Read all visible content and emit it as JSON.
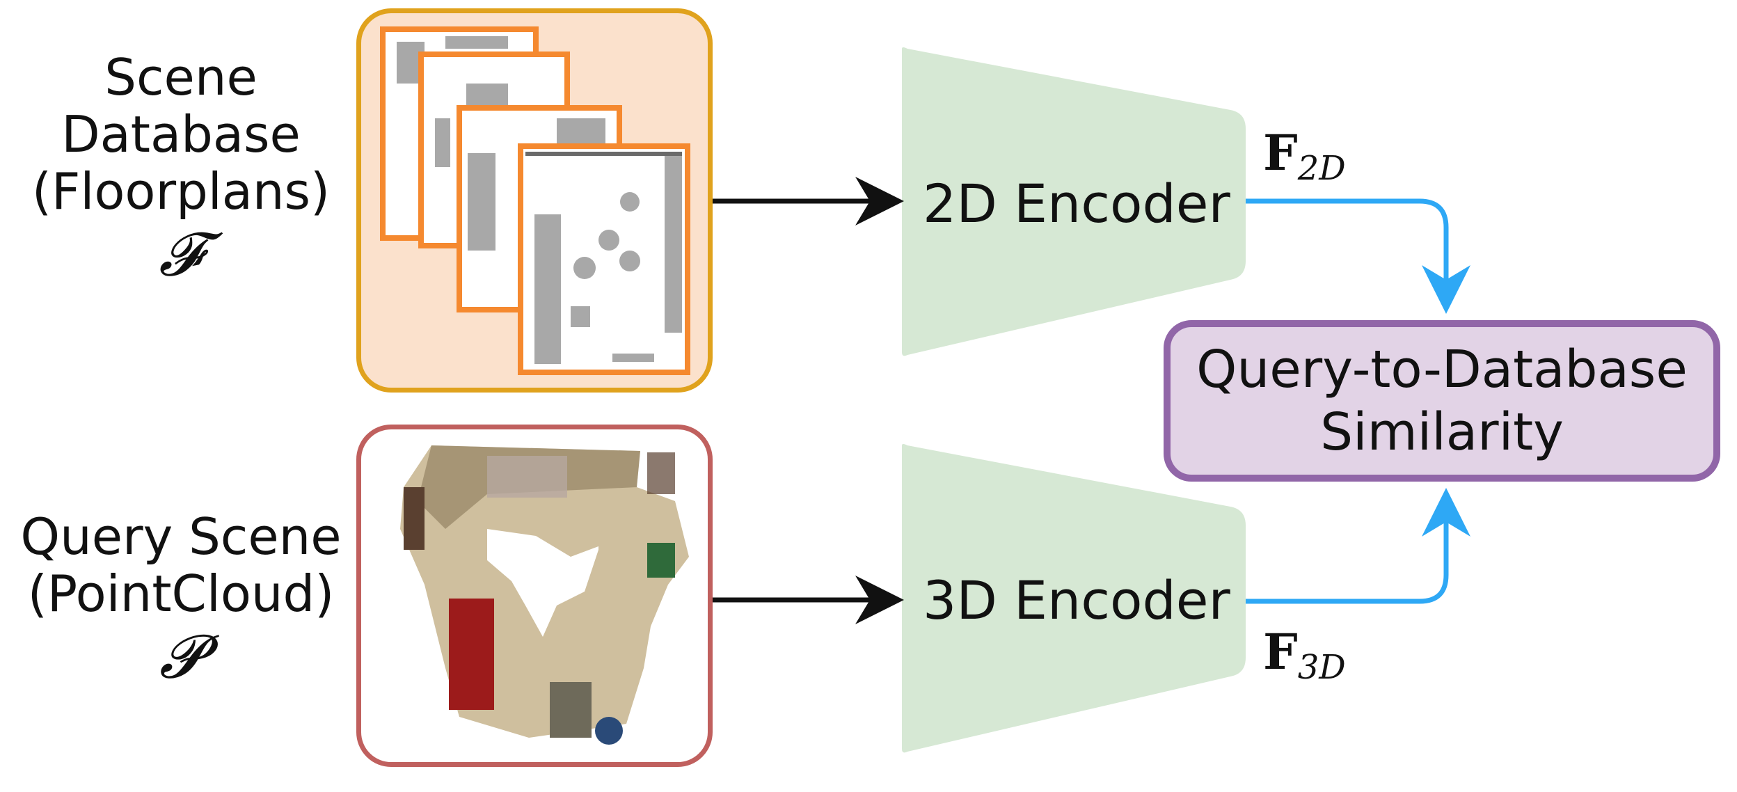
{
  "database": {
    "label_lines": [
      "Scene",
      "Database",
      "(Floorplans)"
    ],
    "symbol": "𝓕"
  },
  "query": {
    "label_lines": [
      "Query Scene",
      "(PointCloud)"
    ],
    "symbol": "𝓟"
  },
  "encoders": {
    "top": "2D Encoder",
    "bottom": "3D Encoder"
  },
  "features": {
    "top_main": "F",
    "top_sub": "2D",
    "bottom_main": "F",
    "bottom_sub": "3D"
  },
  "similarity": {
    "lines": [
      "Query-to-Database",
      "Similarity"
    ]
  },
  "colors": {
    "db_panel_fill": "#fbe1cc",
    "db_panel_border": "#e0a21d",
    "floorplan_border": "#f5892f",
    "query_panel_border": "#c0605e",
    "encoder_fill": "#d6e8d4",
    "similarity_fill": "#e2d3e6",
    "similarity_border": "#9166a8",
    "flow_arrow": "#2ea8f5",
    "input_arrow": "#111111"
  }
}
